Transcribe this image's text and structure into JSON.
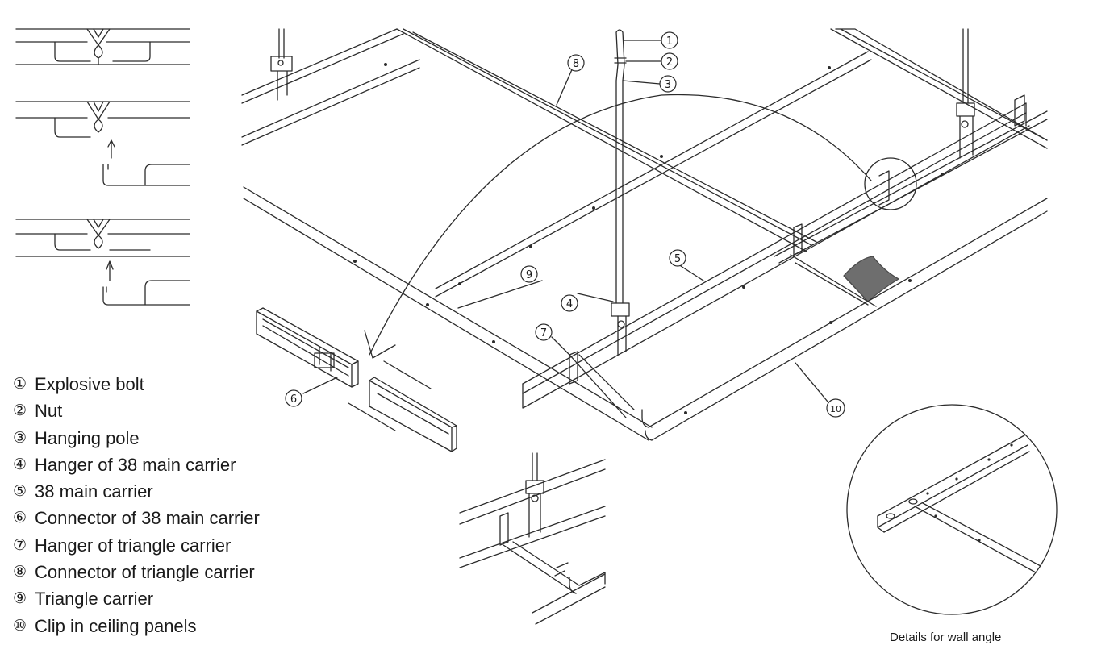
{
  "legend": [
    {
      "num": "①",
      "label": "Explosive bolt"
    },
    {
      "num": "②",
      "label": "Nut"
    },
    {
      "num": "③",
      "label": "Hanging pole"
    },
    {
      "num": "④",
      "label": "Hanger of 38 main carrier"
    },
    {
      "num": "⑤",
      "label": "38 main carrier"
    },
    {
      "num": "⑥",
      "label": "Connector of 38 main carrier"
    },
    {
      "num": "⑦",
      "label": "Hanger of triangle carrier"
    },
    {
      "num": "⑧",
      "label": "Connector of triangle carrier"
    },
    {
      "num": "⑨",
      "label": "Triangle carrier"
    },
    {
      "num": "⑩",
      "label": "Clip in ceiling panels"
    }
  ],
  "callouts": [
    "1",
    "2",
    "3",
    "4",
    "5",
    "6",
    "7",
    "8",
    "9",
    "10"
  ],
  "detail_caption": "Details for wall angle",
  "colors": {
    "line": "#2b2b2b",
    "hatch": "#444444",
    "background": "#ffffff"
  }
}
